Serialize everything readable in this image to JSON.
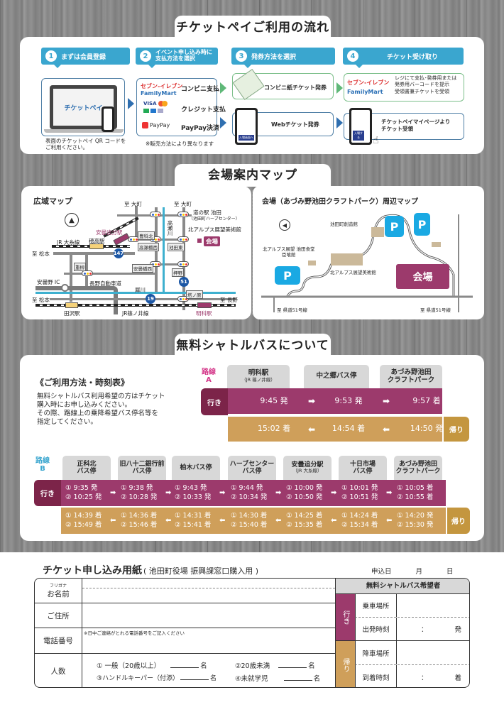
{
  "flow": {
    "title": "チケットペイご利用の流れ",
    "steps": [
      {
        "num": "1",
        "label": "まずは会員登録"
      },
      {
        "num": "2",
        "label": "イベント申し込み時に\n支払方法を選択"
      },
      {
        "num": "3",
        "label": "発券方法を選択"
      },
      {
        "num": "4",
        "label": "チケット受け取り"
      }
    ],
    "step1": {
      "app_name": "チケットペイ",
      "caption": "表面のチケットペイ QR コードを\nご利用ください。"
    },
    "step2": {
      "methods": [
        {
          "logos": [
            "セブン-イレブン",
            "FamilyMart"
          ],
          "label": "コンビニ支払"
        },
        {
          "logos": [
            "VISA",
            "Mastercard",
            "JCB",
            "AMEX",
            "Diners"
          ],
          "label": "クレジット支払"
        },
        {
          "logos": [
            "PayPay"
          ],
          "label": "PayPay決済"
        }
      ],
      "note": "※販売方法により異なります"
    },
    "step3": {
      "paper_label": "コンビニ紙チケット発券",
      "web_label": "Webチケット発券",
      "phone_button": "入場画面へ"
    },
    "step4": {
      "store_logos": [
        "セブン-イレブン",
        "FamilyMart"
      ],
      "store_text": "レジにて支払･発券用または\n発券用バーコードを提示\n受領書兼チケットを受領",
      "mypage_text": "チケットペイマイページより\nチケット受領",
      "phone_button": "入場する"
    }
  },
  "maps": {
    "title": "会場案内マップ",
    "wide": {
      "title": "広域マップ",
      "labels": {
        "to_omachi_1": "至 大町",
        "to_omachi_2": "至 大町",
        "michinoeki": "道の駅 池田",
        "michinoeki_sub": "（池田町ハーブセンター）",
        "museum": "北アルプス展望美術館",
        "venue": "会場",
        "azumi_oiwake": "安曇追分駅",
        "hotaka": "穂高駅",
        "jr_oito": "JR 大糸線",
        "to_matsumoto_1": "至 松本",
        "to_matsumoto_2": "至 松本",
        "takase": "高瀬川",
        "azumino_ic": "安曇野 IC",
        "expressway": "長野自動車道",
        "saigawa": "犀川",
        "to_nagano": "至 長野",
        "tazawa": "田沢駅",
        "jr_shinonoi": "JR篠ノ井線",
        "akashina": "明科駅",
        "int_1": "豊科北",
        "int_2": "高瀬橋西",
        "int_3": "池田東",
        "int_4": "安曇橋西",
        "int_5": "押野",
        "int_6": "重柳",
        "int_7": "塔ノ原",
        "route147": "147",
        "route51": "51",
        "route19": "19"
      }
    },
    "venue": {
      "title": "会場（あづみ野池田クラフトパーク）周辺マップ",
      "labels": {
        "sozokan": "池田町創造館",
        "shokudo": "北アルプス展望 池田食堂\n臣喰館",
        "museum": "北アルプス展望美術館",
        "venue": "会場",
        "parking": "P",
        "road_left": "至 県道51号線",
        "road_right": "至 県道51号線"
      }
    }
  },
  "shuttle": {
    "title": "無料シャトルバスについて",
    "usage_title": "《ご利用方法・時刻表》",
    "usage_text": "無料シャトルバス利用希望の方はチケット\n購入時にお申し込みください。\nその際、路線上の乗降希望バス停名等を\n指定してください。",
    "go_label": "行き",
    "return_label": "帰り",
    "route_a": {
      "label": "路線\nA",
      "stops": [
        {
          "name": "明科駅",
          "sub": "（JR 篠ノ井線）"
        },
        {
          "name": "中之郷バス停",
          "sub": ""
        },
        {
          "name": "あづみ野池田\nクラフトパーク",
          "sub": ""
        }
      ],
      "go": [
        "9:45 発",
        "9:53 発",
        "9:57 着"
      ],
      "back": [
        "15:02 着",
        "14:54 着",
        "14:50 発"
      ]
    },
    "route_b": {
      "label": "路線\nB",
      "stops": [
        {
          "name": "正科北\nバス停",
          "sub": ""
        },
        {
          "name": "旧八十二銀行前\nバス停",
          "sub": ""
        },
        {
          "name": "柏木バス停",
          "sub": ""
        },
        {
          "name": "ハーブセンター\nバス停",
          "sub": ""
        },
        {
          "name": "安曇追分駅",
          "sub": "（JR 大糸線）"
        },
        {
          "name": "十日市場\nバス停",
          "sub": ""
        },
        {
          "name": "あづみ野池田\nクラフトパーク",
          "sub": ""
        }
      ],
      "go": [
        [
          "① 9:35 発",
          "② 10:25 発"
        ],
        [
          "① 9:38 発",
          "② 10:28 発"
        ],
        [
          "① 9:43 発",
          "② 10:33 発"
        ],
        [
          "① 9:44 発",
          "② 10:34 発"
        ],
        [
          "① 10:00 発",
          "② 10:50 発"
        ],
        [
          "① 10:01 発",
          "② 10:51 発"
        ],
        [
          "① 10:05 着",
          "② 10:55 着"
        ]
      ],
      "back": [
        [
          "① 14:39 着",
          "② 15:49 着"
        ],
        [
          "① 14:36 着",
          "② 15:46 着"
        ],
        [
          "① 14:31 着",
          "② 15:41 着"
        ],
        [
          "① 14:30 着",
          "② 15:40 着"
        ],
        [
          "① 14:25 着",
          "② 15:35 着"
        ],
        [
          "① 14:24 着",
          "② 15:34 着"
        ],
        [
          "① 14:20 発",
          "② 15:30 発"
        ]
      ]
    },
    "colors": {
      "go": "#9c3a6c",
      "back": "#cf9f5a",
      "route_label": "#d4388a",
      "route_b_label": "#3aa6cf"
    }
  },
  "form": {
    "title": "チケット申し込み用紙",
    "subtitle": "( 池田町役場 振興課窓口購入用 )",
    "date_label": "申込日",
    "month": "月",
    "day": "日",
    "furigana": "フリガナ",
    "name": "お名前",
    "address": "ご住所",
    "phone": "電話番号",
    "phone_note": "※日中ご連絡がとれる電話番号をご記入ください",
    "count": "人数",
    "count_items": [
      {
        "label": "① 一般（20歳以上）",
        "unit": "名"
      },
      {
        "label": "②20歳未満",
        "unit": "名"
      },
      {
        "label": "③ハンドルキーパー（付添）",
        "unit": "名"
      },
      {
        "label": "④未就学児",
        "unit": "名"
      }
    ],
    "shuttle_header": "無料シャトルバス希望者",
    "go": "行き",
    "back": "帰り",
    "board_place": "乗車場所",
    "depart_time": "出発時刻",
    "alight_place": "降車場所",
    "arrive_time": "到着時刻",
    "colon": "：",
    "depart_suffix": "発",
    "arrive_suffix": "着"
  }
}
